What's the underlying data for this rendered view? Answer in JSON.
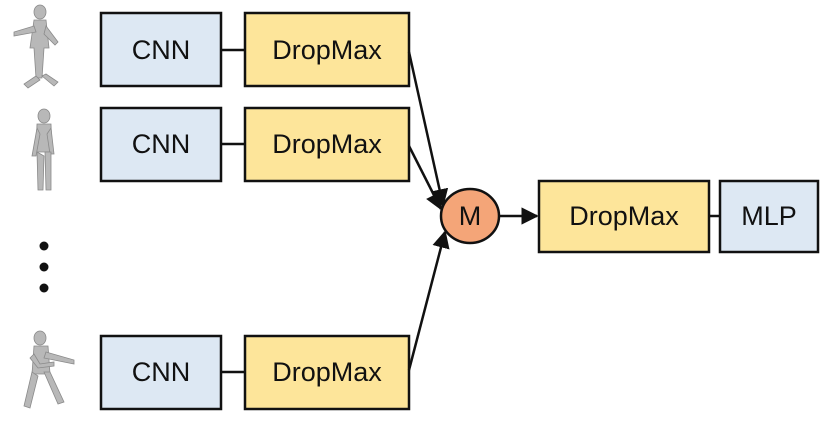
{
  "rows": [
    {
      "cnn_label": "CNN",
      "dropmax_label": "DropMax"
    },
    {
      "cnn_label": "CNN",
      "dropmax_label": "DropMax"
    },
    {
      "cnn_label": "CNN",
      "dropmax_label": "DropMax"
    }
  ],
  "merge_label": "M",
  "final_dropmax_label": "DropMax",
  "mlp_label": "MLP",
  "colors": {
    "cnn_fill": "#dde8f3",
    "dropmax_fill": "#fde59a",
    "merge_fill": "#f4a578",
    "figure_fill": "#b8b8b8",
    "line": "#111111"
  }
}
